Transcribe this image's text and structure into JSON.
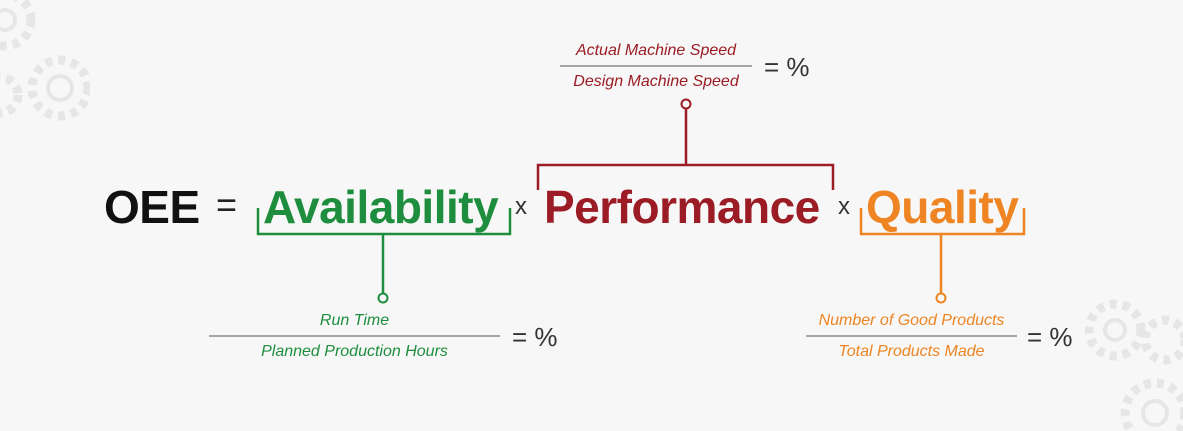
{
  "formula": {
    "lhs": "OEE",
    "equals": "=",
    "times": "x",
    "terms": [
      {
        "label": "Availability",
        "color": "#1e8e3e"
      },
      {
        "label": "Performance",
        "color": "#9b1c24"
      },
      {
        "label": "Quality",
        "color": "#ee8422"
      }
    ]
  },
  "fractions": {
    "availability": {
      "numerator": "Run Time",
      "denominator": "Planned Production Hours",
      "result": "= %"
    },
    "performance": {
      "numerator": "Actual Machine Speed",
      "denominator": "Design Machine Speed",
      "result": "= %"
    },
    "quality": {
      "numerator": "Number of Good Products",
      "denominator": "Total Products Made",
      "result": "= %"
    }
  },
  "decor": {
    "icon": "gear-icon",
    "color": "#e8e8e8"
  }
}
